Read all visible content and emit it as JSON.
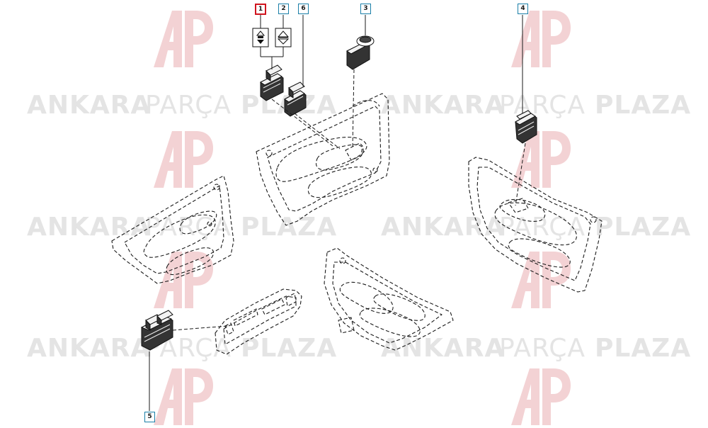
{
  "watermark": {
    "text_bold_1": "ANKARA",
    "text_light": "PARÇA",
    "text_bold_2": "PLAZA",
    "logo_letters": "AP",
    "logo_color": "#f3d2d4",
    "text_color": "#e4e4e4"
  },
  "callouts": [
    {
      "label": "1",
      "active": true
    },
    {
      "label": "2",
      "active": false
    },
    {
      "label": "6",
      "active": false
    },
    {
      "label": "3",
      "active": false
    },
    {
      "label": "4",
      "active": false
    },
    {
      "label": "5",
      "active": false
    }
  ],
  "symbols": [
    {
      "name": "window-switch-symbol-icon"
    },
    {
      "name": "window-up-down-symbol-icon"
    }
  ],
  "colors": {
    "callout_border": "#1a7fa8",
    "callout_active_border": "#d0141e",
    "line": "#1a1a1a"
  }
}
